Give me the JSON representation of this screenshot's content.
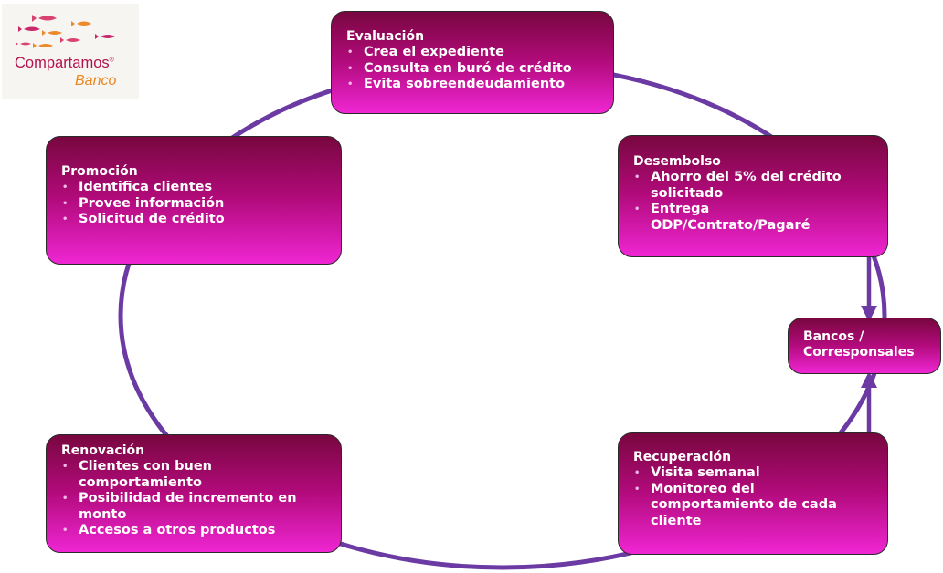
{
  "colors": {
    "arc": "#6b3aa3",
    "box_dark": "#78073f",
    "box_light": "#ef26d3",
    "brand": "#b3124d",
    "brand_accent": "#e9871f"
  },
  "logo": {
    "brand": "Compartamos",
    "registered": "®",
    "sub": "Banco"
  },
  "stages": {
    "evaluacion": {
      "title": "Evaluación",
      "items": [
        "Crea el expediente",
        "Consulta en buró de crédito",
        "Evita sobreendeudamiento"
      ]
    },
    "desembolso": {
      "title": "Desembolso",
      "items": [
        "Ahorro del 5% del crédito solicitado",
        "Entrega ODP/Contrato/Pagaré"
      ]
    },
    "recuperacion": {
      "title": "Recuperación",
      "items": [
        "Visita semanal",
        "Monitoreo del comportamiento de cada cliente"
      ]
    },
    "renovacion": {
      "title": "Renovación",
      "items": [
        "Clientes con buen comportamiento",
        "Posibilidad de incremento en monto",
        "Accesos a otros productos"
      ]
    },
    "promocion": {
      "title": "Promoción",
      "items": [
        "Identifica clientes",
        "Provee información",
        "Solicitud de crédito"
      ]
    }
  },
  "bancos": {
    "label": "Bancos / Corresponsales"
  }
}
